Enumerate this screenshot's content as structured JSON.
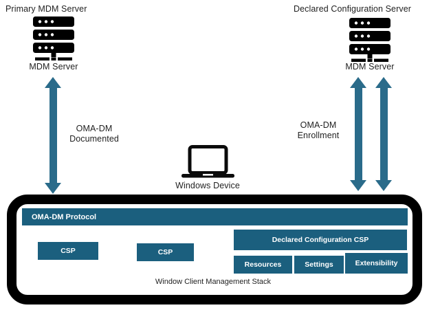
{
  "labels": {
    "primary_server_title": "Primary MDM Server",
    "primary_server_caption": "MDM Server",
    "declared_server_title": "Declared Configuration Server",
    "declared_server_caption": "MDM Server",
    "left_arrow_line1": "OMA-DM",
    "left_arrow_line2": "Documented",
    "right_arrow_line1": "OMA-DM",
    "right_arrow_line2": "Enrollment",
    "device_caption": "Windows Device"
  },
  "stack": {
    "protocol_bar": "OMA-DM Protocol",
    "csp_left": "CSP",
    "csp_middle": "CSP",
    "declared_csp": "Declared Configuration CSP",
    "resources": "Resources",
    "settings": "Settings",
    "extensibility": "Extensibility",
    "caption": "Window Client Management Stack"
  },
  "colors": {
    "box_teal": "#1B5F7E",
    "arrow_teal": "#2A6B8A",
    "outline_black": "#000000"
  }
}
